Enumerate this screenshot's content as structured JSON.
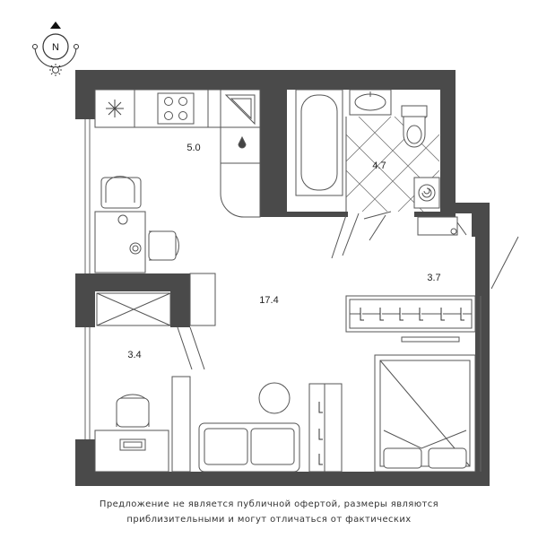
{
  "compass": {
    "label": "N"
  },
  "rooms": [
    {
      "id": "kitchen",
      "area": "5.0"
    },
    {
      "id": "bathroom",
      "area": "4.7"
    },
    {
      "id": "living",
      "area": "17.4"
    },
    {
      "id": "wardrobe",
      "area": "3.7"
    },
    {
      "id": "balcony",
      "area": "3.4"
    }
  ],
  "disclaimer": {
    "line1": "Предложение не является публичной офертой, размеры являются",
    "line2": "приблизительными и могут отличаться от фактических"
  },
  "colors": {
    "wall": "#4a4a4a",
    "line": "#555555",
    "background": "#ffffff"
  }
}
